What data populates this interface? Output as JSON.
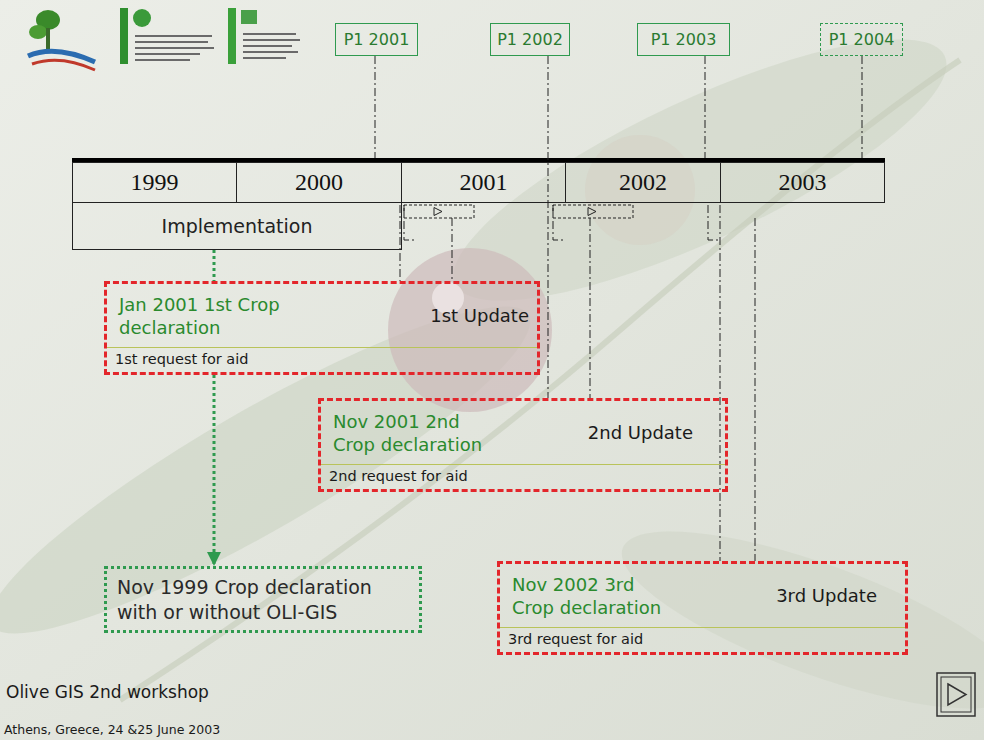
{
  "diagram": {
    "nodes": [
      {
        "text": [
          "P1 2001"
        ]
      },
      {
        "text": [
          "P1 2002"
        ]
      },
      {
        "text": [
          "P1 2003"
        ]
      },
      {
        "text": [
          "P1 2004"
        ]
      },
      {
        "text": [
          "1999"
        ]
      },
      {
        "text": [
          "2000"
        ]
      },
      {
        "text": [
          "2001"
        ]
      },
      {
        "text": [
          "2002"
        ]
      },
      {
        "text": [
          "2003"
        ]
      },
      {
        "text": [
          "Implementation"
        ]
      },
      {
        "text": [
          "Jan 2001 1st Crop declaration",
          "1st Update",
          "1st request for aid"
        ]
      },
      {
        "text": [
          "Nov 2001 2nd Crop declaration",
          "2nd Update",
          "2nd request for aid"
        ]
      },
      {
        "text": [
          "Nov 2002 3rd Crop declaration",
          "3rd Update",
          "3rd request for aid"
        ]
      },
      {
        "text": [
          "Nov 1999 Crop declaration with or without OLI-GIS"
        ]
      }
    ],
    "edges": [
      {
        "from": 9,
        "to": 10,
        "arrow": "none"
      },
      {
        "from": 10,
        "to": 13,
        "arrow": "to"
      }
    ],
    "labels": [
      "Olive GIS 2nd workshop",
      "Athens, Greece, 24 &25 June 2003"
    ]
  }
}
